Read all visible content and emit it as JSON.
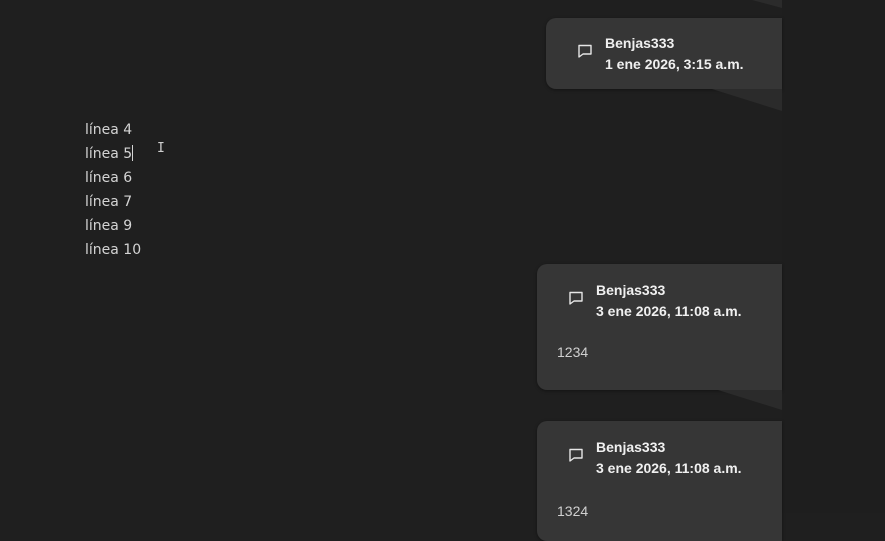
{
  "editor": {
    "lines": [
      "línea 4",
      "línea 5",
      "línea 6",
      "línea 7",
      "línea 9",
      "línea 10"
    ]
  },
  "comments": [
    {
      "author": "Benjas333",
      "date": "1 ene 2026, 3:15 a.m.",
      "body": "",
      "icon": "comment-icon"
    },
    {
      "author": "Benjas333",
      "date": "3 ene 2026, 11:08 a.m.",
      "body": "1234",
      "icon": "comment-icon"
    },
    {
      "author": "Benjas333",
      "date": "3 ene 2026, 11:08 a.m.",
      "body": "1324",
      "icon": "comment-icon"
    }
  ],
  "colors": {
    "background": "#1f1f1f",
    "card": "#363636"
  }
}
